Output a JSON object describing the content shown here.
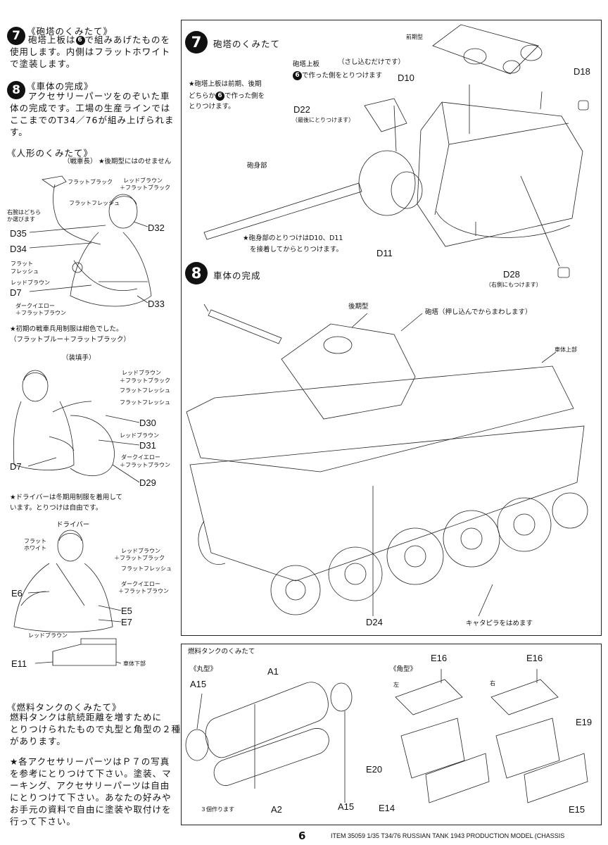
{
  "left": {
    "step7": {
      "num": "7",
      "title": "《砲塔のくみたて》",
      "text_a": "砲塔上板は",
      "ref": "6",
      "text_b": "で組みあげたものを",
      "line2": "使用します。内側はフラットホワイト",
      "line3": "で塗装します。"
    },
    "step8": {
      "num": "8",
      "title": "《車体の完成》",
      "line1": "アクセサリーパーツをのぞいた車",
      "line2": "体の完成です。工場の生産ラインでは",
      "line3": "ここまでのT34／76が組み上げられま",
      "line4": "す。"
    },
    "figures": {
      "title": "《人形のくみたて》",
      "commander": "（戦車長）",
      "note_late": "★後期型にはのせません",
      "c_labels": [
        "フラットブラック",
        "レッドブラウン",
        "＋フラットブラック",
        "フラットフレッシュ",
        "右腕はどちら",
        "か選びます",
        "フラット",
        "フレッシュ",
        "レッドブラウン",
        "ダークイエロー",
        "＋フラットブラウン"
      ],
      "c_parts": [
        "D35",
        "D34",
        "D7",
        "D32",
        "D33"
      ],
      "uniform_note1": "★初期の戦車兵用制服は紺色でした。",
      "uniform_note2": "（フラットブルー＋フラットブラック）",
      "loader": "（装填手）",
      "l_labels": [
        "レッドブラウン",
        "＋フラットブラック",
        "フラットフレッシュ",
        "フラットフレッシュ",
        "レッドブラウン",
        "ダークイエロー",
        "＋フラットブラウン"
      ],
      "l_parts": [
        "D30",
        "D31",
        "D7",
        "D29"
      ],
      "driver_note1": "★ドライバーは冬期用制服を着用して",
      "driver_note2": "います。とりつけは自由です。",
      "driver": "ドライバー",
      "d_labels": [
        "フラット",
        "ホワイト",
        "レッドブラウン",
        "＋フラットブラック",
        "フラットフレッシュ",
        "ダークイエロー",
        "＋フラットブラウン",
        "レッドブラウン"
      ],
      "d_parts": [
        "E6",
        "E5",
        "E7"
      ],
      "e11": "E11",
      "hull_bottom": "車体下部"
    },
    "fuel": {
      "title": "《燃料タンクのくみたて》",
      "line1": "燃料タンクは航続距離を増すために",
      "line2": "とりつけられたもので丸型と角型の２種",
      "line3": "があります。",
      "n1": "★各アクセサリーパーツはＰ７の写真",
      "n2": "を参考にとりつけて下さい。塗装、マ",
      "n3": "ーキング、アクセサリーパーツは自由",
      "n4": "にとりつけて下さい。あなたの好みや",
      "n5": "お手元の資料で自由に塗装や取付けを",
      "n6": "行って下さい。"
    }
  },
  "box7": {
    "num": "7",
    "title": "砲塔のくみたて",
    "note1": "★砲塔上板は前期、後期",
    "note2a": "どちらか",
    "note2ref": "6",
    "note2b": "で作った側を",
    "note3": "とりつけます。",
    "early": "前期型",
    "top_plate": "砲塔上板",
    "push": "（さし込むだけです）",
    "plate_ref": "6",
    "plate_text": "で作った側をとりつけます",
    "D10": "D10",
    "D18": "D18",
    "D22": "D22",
    "last": "（最後にとりつけます）",
    "barrel": "砲身部",
    "gun_note1": "★砲身部のとりつけはD10、D11",
    "gun_note2": "を接着してからとりつけます。",
    "D11": "D11",
    "D28": "D28",
    "right_side": "（右側にもつけます）"
  },
  "box8": {
    "num": "8",
    "title": "車体の完成",
    "late": "後期型",
    "turret": "砲塔（押し込んでからまわします）",
    "upper_hull": "車体上部",
    "D24": "D24",
    "track": "キャタピラをはめます"
  },
  "fuelbox": {
    "title": "燃料タンクのくみたて",
    "round": "《丸型》",
    "A1": "A1",
    "A15a": "A15",
    "A2": "A2",
    "A15b": "A15",
    "make3": "３個作ります",
    "square": "《角型》",
    "E16a": "E16",
    "E16b": "E16",
    "left": "左",
    "right": "右",
    "E19": "E19",
    "E20": "E20",
    "E14": "E14",
    "E15": "E15"
  },
  "footer": {
    "page": "6",
    "item": "ITEM 35059 1/35 T34/76 RUSSIAN TANK 1943 PRODUCTION MODEL (CHASSIS"
  }
}
